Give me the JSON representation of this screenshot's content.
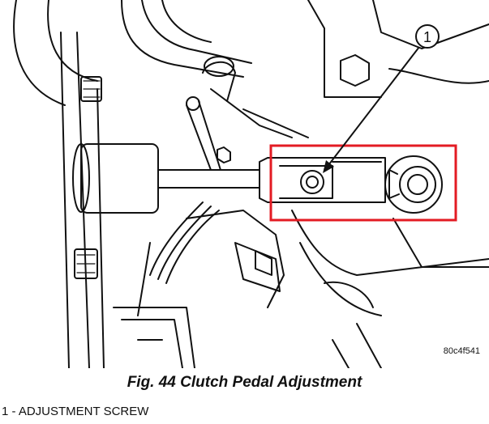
{
  "figure": {
    "callout_number": "1",
    "image_code": "80c4f541",
    "highlight_color": "#e31b23"
  },
  "caption": "Fig. 44 Clutch Pedal Adjustment",
  "legend": [
    {
      "text": "1 - ADJUSTMENT SCREW"
    }
  ]
}
